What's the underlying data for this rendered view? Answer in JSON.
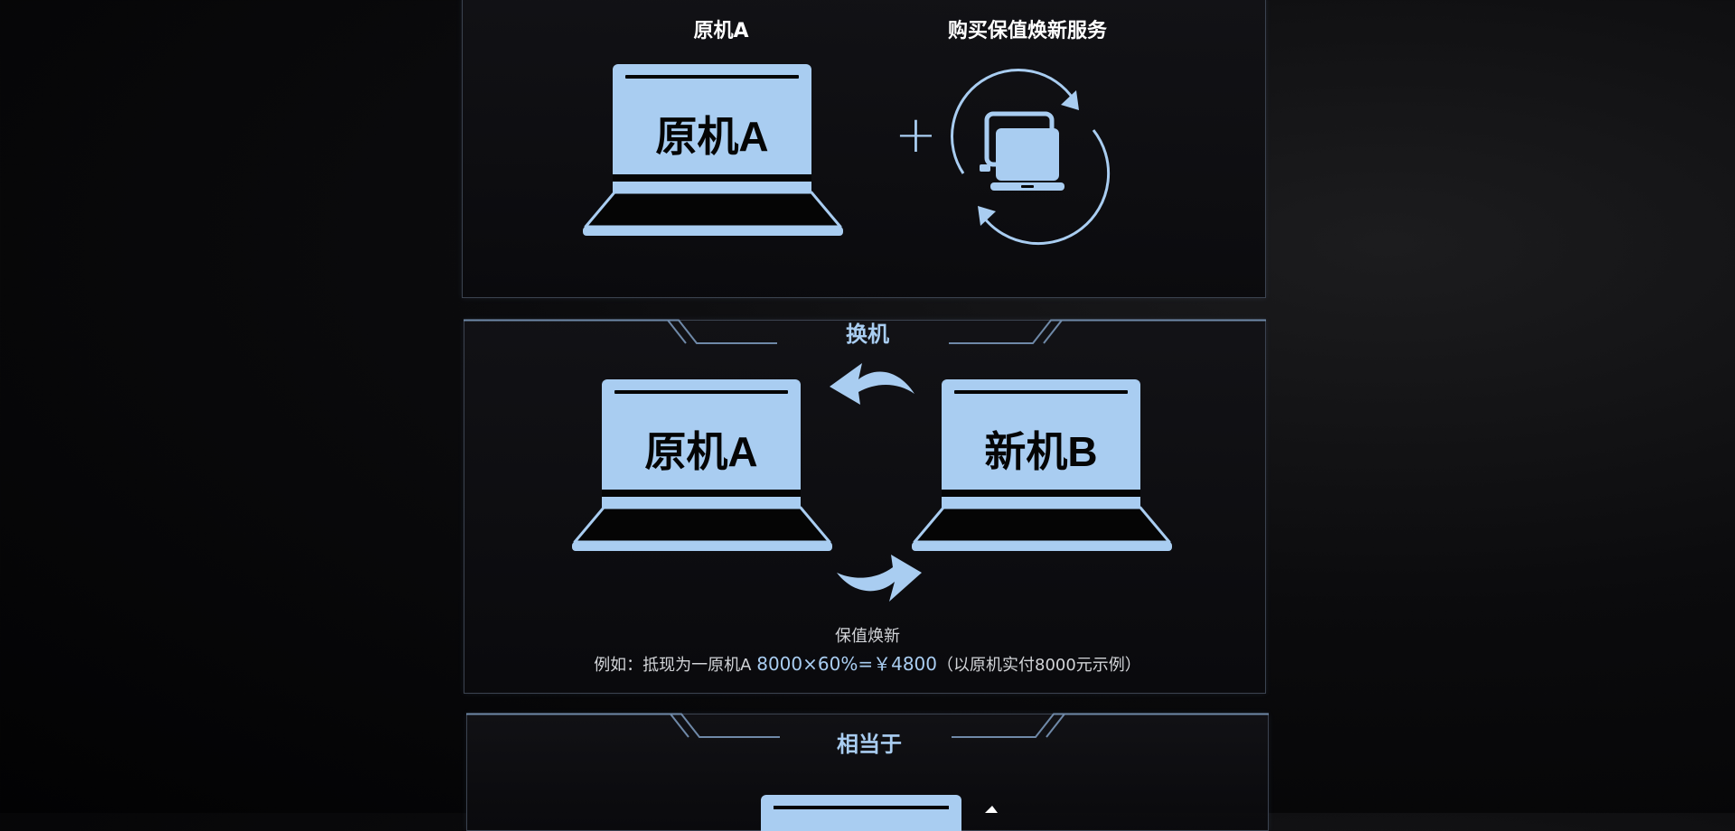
{
  "top_section": {
    "original_label": "原机A",
    "service_label": "购买保值焕新服务",
    "laptop_text": "原机A",
    "plus_symbol": "+"
  },
  "swap_section": {
    "title": "换机",
    "laptop_a_text": "原机A",
    "laptop_b_text": "新机B",
    "caption_title": "保值焕新",
    "example_prefix": "例如：抵现为一原机A ",
    "example_formula": "8000×60%=￥4800",
    "example_suffix": "（以原机实付8000元示例）"
  },
  "equiv_section": {
    "title": "相当于"
  },
  "colors": {
    "accent": "#a9cdf1",
    "background": "#0b0b0d",
    "panel_border": "#3b4350",
    "screen_text": "#050505"
  }
}
